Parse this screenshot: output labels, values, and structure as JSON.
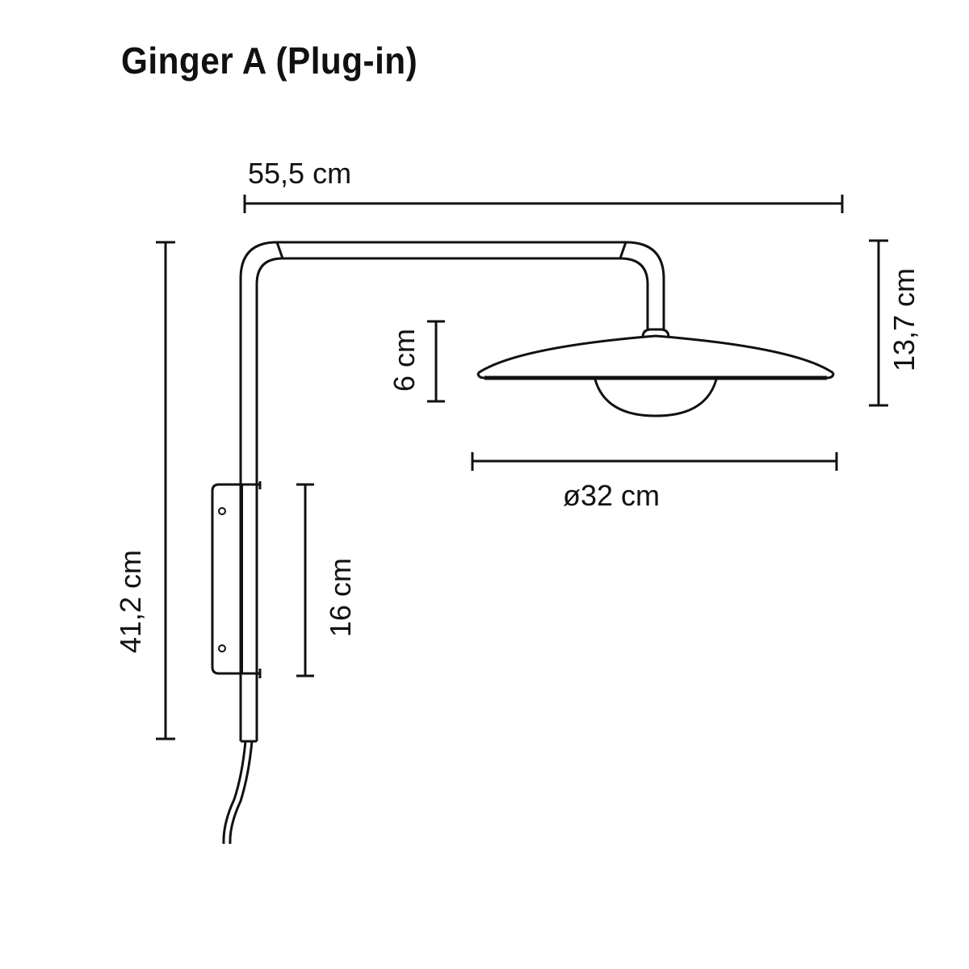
{
  "title": "Ginger A (Plug-in)",
  "dimensions": {
    "width": "55,5 cm",
    "height_total": "41,2 cm",
    "height_shade": "13,7 cm",
    "shade_depth": "6 cm",
    "shade_diameter": "ø32 cm",
    "bracket_height": "16 cm"
  },
  "colors": {
    "line": "#111111",
    "background": "#ffffff"
  }
}
